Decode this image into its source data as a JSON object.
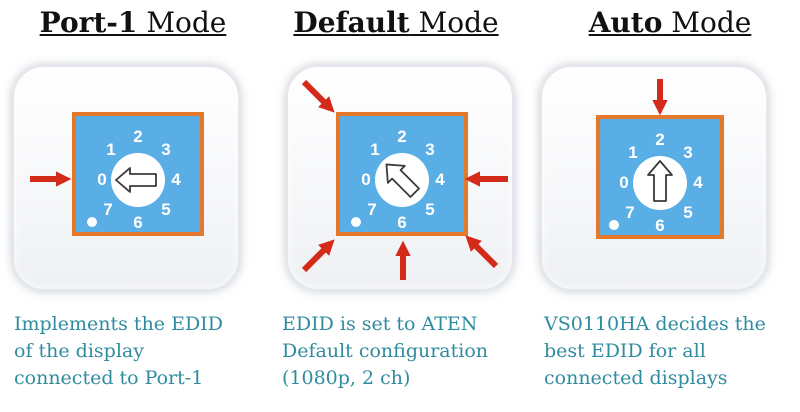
{
  "modes": [
    {
      "title_bold": "Port-1",
      "title_rest": " Mode",
      "description": [
        "Implements the EDID",
        "of the display",
        "connected to Port-1"
      ],
      "pointer": "left"
    },
    {
      "title_bold": "Default",
      "title_rest": " Mode",
      "description": [
        "EDID  is set to ATEN",
        "Default configuration",
        "(1080p, 2 ch)"
      ],
      "pointer": "up-left"
    },
    {
      "title_bold": "Auto",
      "title_rest": " Mode",
      "description": [
        "VS0110HA decides the",
        "best EDID for all",
        "connected displays"
      ],
      "pointer": "up"
    }
  ],
  "dial_digits": [
    "0",
    "1",
    "2",
    "3",
    "4",
    "5",
    "6",
    "7"
  ],
  "colors": {
    "dial_background": "#5aaee6",
    "dial_border": "#e4792c",
    "arrow": "#d42a1a",
    "description_text": "#2f8c9f"
  }
}
